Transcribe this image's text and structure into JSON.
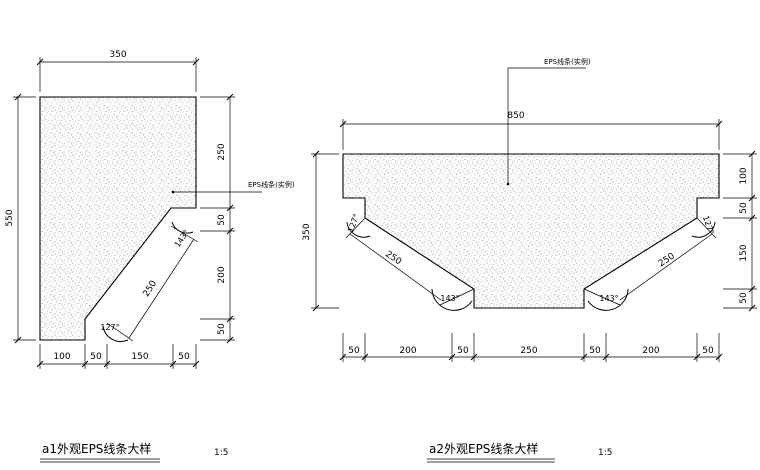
{
  "detail_a1": {
    "top_width": "350",
    "height": "550",
    "right_dims": [
      "250",
      "50",
      "200",
      "50"
    ],
    "bottom_dims": [
      "100",
      "50",
      "150",
      "50"
    ],
    "diagonal": "250",
    "angle_top": "143°",
    "angle_bottom": "127°",
    "callout": "EPS线条(实例)",
    "title": "a1外观EPS线条大样",
    "scale": "1:5"
  },
  "detail_a2": {
    "top_width": "850",
    "height": "350",
    "right_dims": [
      "100",
      "50",
      "150",
      "50"
    ],
    "bottom_dims": [
      "50",
      "200",
      "50",
      "250",
      "50",
      "200",
      "50"
    ],
    "diagonal_left": "250",
    "diagonal_right": "250",
    "angle_left_top": "127°",
    "angle_left_bottom": "143°",
    "angle_right_bottom": "143°",
    "angle_right_top": "127°",
    "callout": "EPS线条(实例)",
    "title": "a2外观EPS线条大样",
    "scale": "1:5"
  }
}
